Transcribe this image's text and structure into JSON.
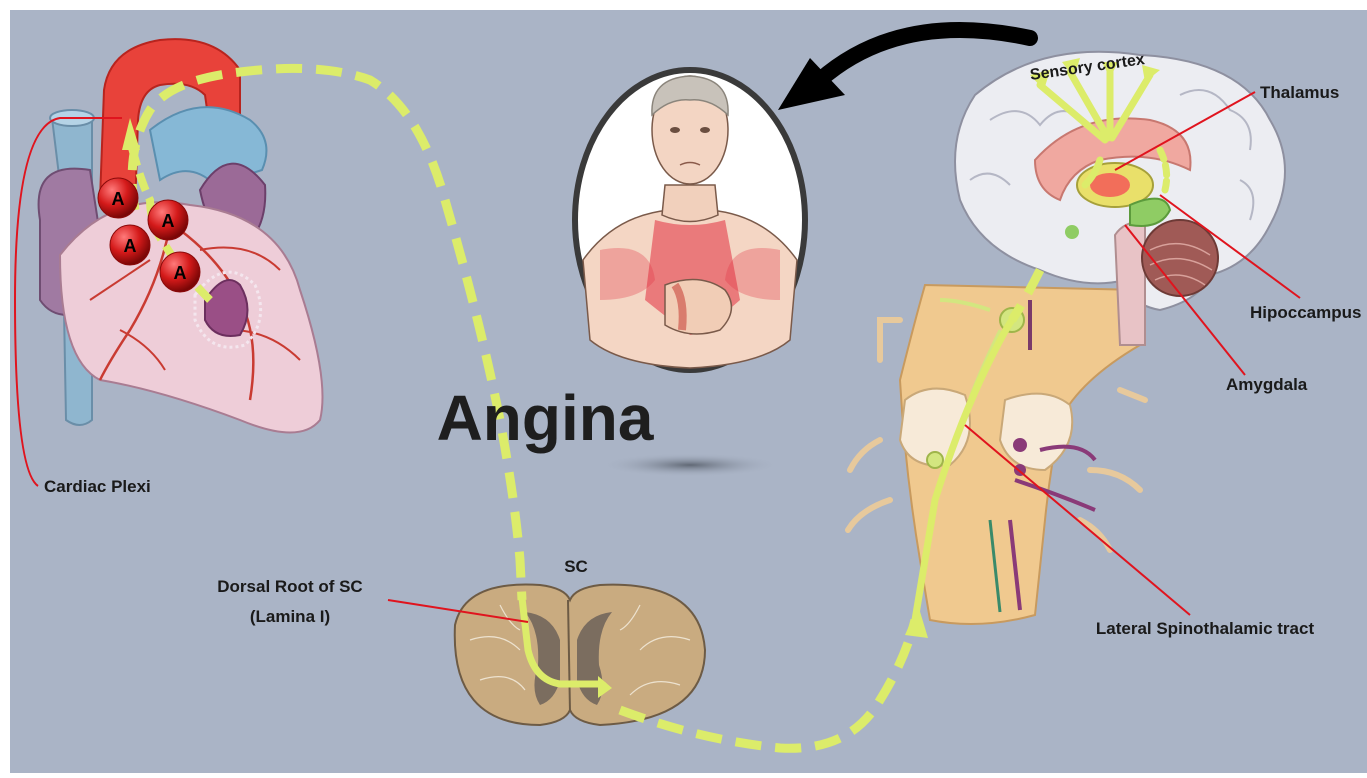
{
  "title": "Angina",
  "labels": {
    "cardiac_plexi": "Cardiac Plexi",
    "dorsal_root_line1": "Dorsal Root of SC",
    "dorsal_root_line2": "(Lamina I)",
    "sc": "SC",
    "lateral_spinothalamic": "Lateral Spinothalamic tract",
    "thalamus": "Thalamus",
    "hipoccampus": "Hipoccampus",
    "amygdala": "Amygdala",
    "sensory_cortex": "Sensory cortex"
  },
  "afferent_markers": [
    "A",
    "A",
    "A",
    "A"
  ],
  "colors": {
    "background": "#aab4c6",
    "pathway": "#dcec6a",
    "leader_line": "#e0141e",
    "marker": "#d41a1a",
    "arrow": "#000000"
  }
}
